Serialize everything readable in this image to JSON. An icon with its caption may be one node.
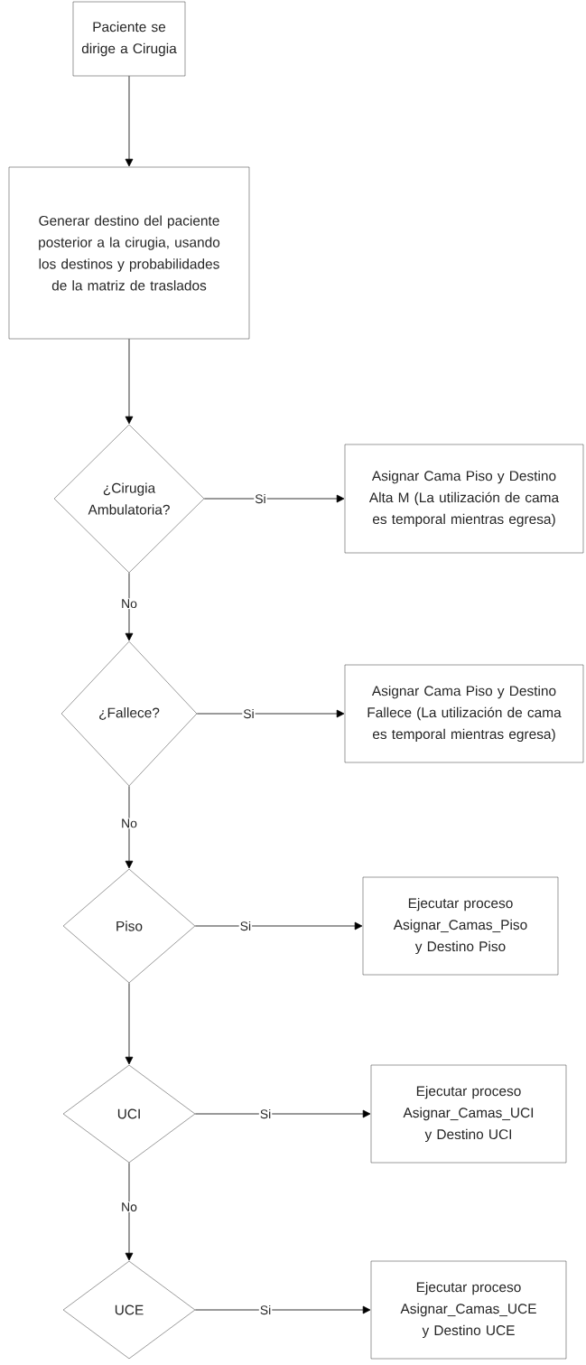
{
  "diagram": {
    "nodes": [
      {
        "text": [
          "Paciente se dirige a Cirugia"
        ]
      },
      {
        "text": [
          "Generar destino del paciente posterior a la cirugia, usando los destinos y probabilidades de la matriz de traslados"
        ]
      },
      {
        "text": [
          "¿Cirugia Ambulatoria?"
        ]
      },
      {
        "text": [
          "Asignar Cama Piso y Destino Alta M (La utilización de cama es temporal mientras egresa)"
        ]
      },
      {
        "text": [
          "¿Fallece?"
        ]
      },
      {
        "text": [
          "Asignar Cama Piso y Destino Fallece (La utilización de cama es temporal mientras egresa)"
        ]
      },
      {
        "text": [
          "Piso"
        ]
      },
      {
        "text": [
          "Ejecutar proceso Asignar_Camas_Piso y Destino Piso"
        ]
      },
      {
        "text": [
          "UCI"
        ]
      },
      {
        "text": [
          "Ejecutar proceso Asignar_Camas_UCI y Destino UCI"
        ]
      },
      {
        "text": [
          "UCE"
        ]
      },
      {
        "text": [
          "Ejecutar proceso Asignar_Camas_UCE y Destino UCE"
        ]
      }
    ],
    "edges": [
      {
        "from": 0,
        "to": 1,
        "arrow": "to"
      },
      {
        "from": 1,
        "to": 2,
        "arrow": "to"
      },
      {
        "from": 2,
        "to": 3,
        "arrow": "to",
        "label": "Si"
      },
      {
        "from": 2,
        "to": 4,
        "arrow": "to",
        "label": "No"
      },
      {
        "from": 4,
        "to": 5,
        "arrow": "to",
        "label": "Si"
      },
      {
        "from": 4,
        "to": 6,
        "arrow": "to",
        "label": "No"
      },
      {
        "from": 6,
        "to": 7,
        "arrow": "to",
        "label": "Si"
      },
      {
        "from": 6,
        "to": 8,
        "arrow": "to"
      },
      {
        "from": 8,
        "to": 9,
        "arrow": "to",
        "label": "Si"
      },
      {
        "from": 8,
        "to": 10,
        "arrow": "to",
        "label": "No"
      },
      {
        "from": 10,
        "to": 11,
        "arrow": "to",
        "label": "Si"
      }
    ]
  }
}
